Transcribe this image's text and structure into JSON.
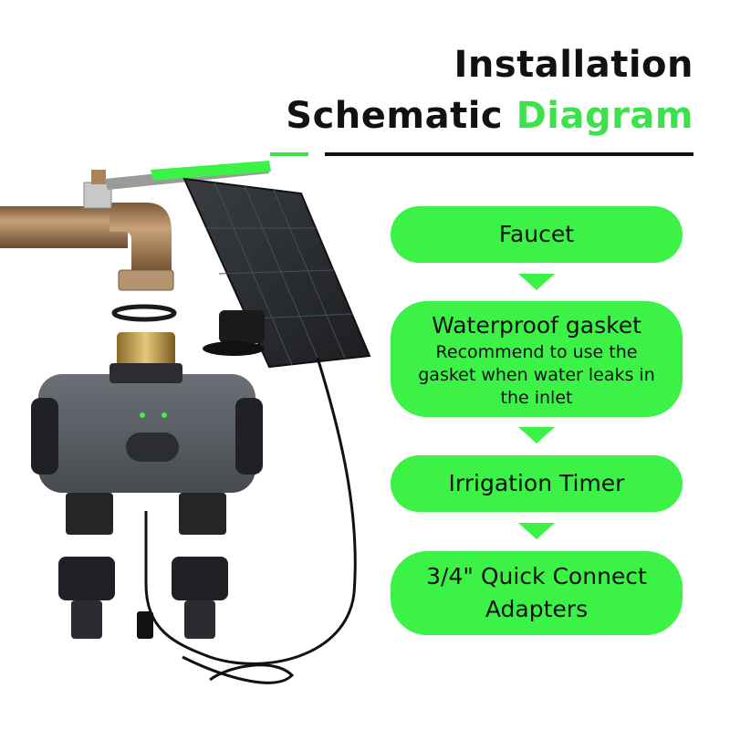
{
  "header": {
    "title_line1": "Installation",
    "title_line2_plain": "Schematic",
    "title_line2_accent": "Diagram"
  },
  "colors": {
    "accent": "#3cf247",
    "text": "#111111",
    "brass": "#a9845c",
    "timer_body": "#555a60"
  },
  "steps": [
    {
      "title": "Faucet",
      "note": ""
    },
    {
      "title": "Waterproof gasket",
      "note": "Recommend to use the gasket when water leaks in the inlet"
    },
    {
      "title": "Irrigation Timer",
      "note": ""
    },
    {
      "title": "3/4\" Quick Connect Adapters",
      "note": ""
    }
  ]
}
